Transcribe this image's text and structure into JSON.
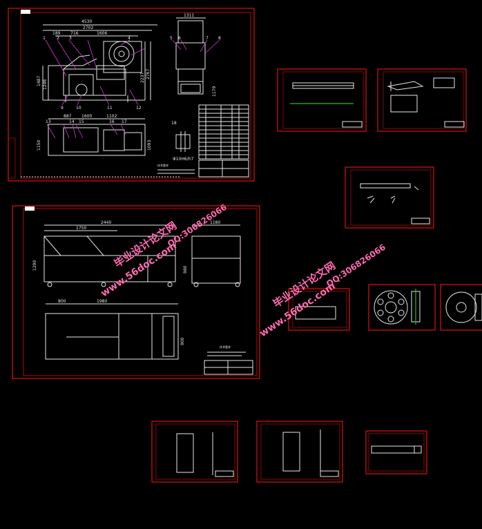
{
  "sheet1": {
    "top_dims": [
      "4530",
      "2702",
      "716",
      "1606",
      "1311",
      "189"
    ],
    "side_dims": [
      "1487",
      "1246",
      "2237",
      "2767",
      "1179"
    ],
    "plan_dims": [
      "887",
      "1600",
      "1102",
      "1150",
      "1093"
    ],
    "balloons": [
      "1",
      "2",
      "3",
      "4",
      "5",
      "6",
      "7",
      "8",
      "9",
      "10",
      "11",
      "12",
      "13",
      "14",
      "15",
      "16",
      "17",
      "18"
    ],
    "shaft_label": "Φ10H6/h7",
    "notes_title": "技术要求"
  },
  "sheet2": {
    "top_dims": [
      "2440",
      "1750",
      "1180"
    ],
    "side_dims": [
      "1290",
      "980"
    ],
    "plan_dims": [
      "800",
      "1980",
      "900"
    ],
    "notes_title": "技术要求"
  },
  "watermarks": [
    {
      "site": "www.56doc.com",
      "name": "毕业设计论文网",
      "qq": "QQ:306826066"
    },
    {
      "site": "www.56doc.com",
      "name": "毕业设计论文网",
      "qq": "QQ:306826066"
    }
  ]
}
